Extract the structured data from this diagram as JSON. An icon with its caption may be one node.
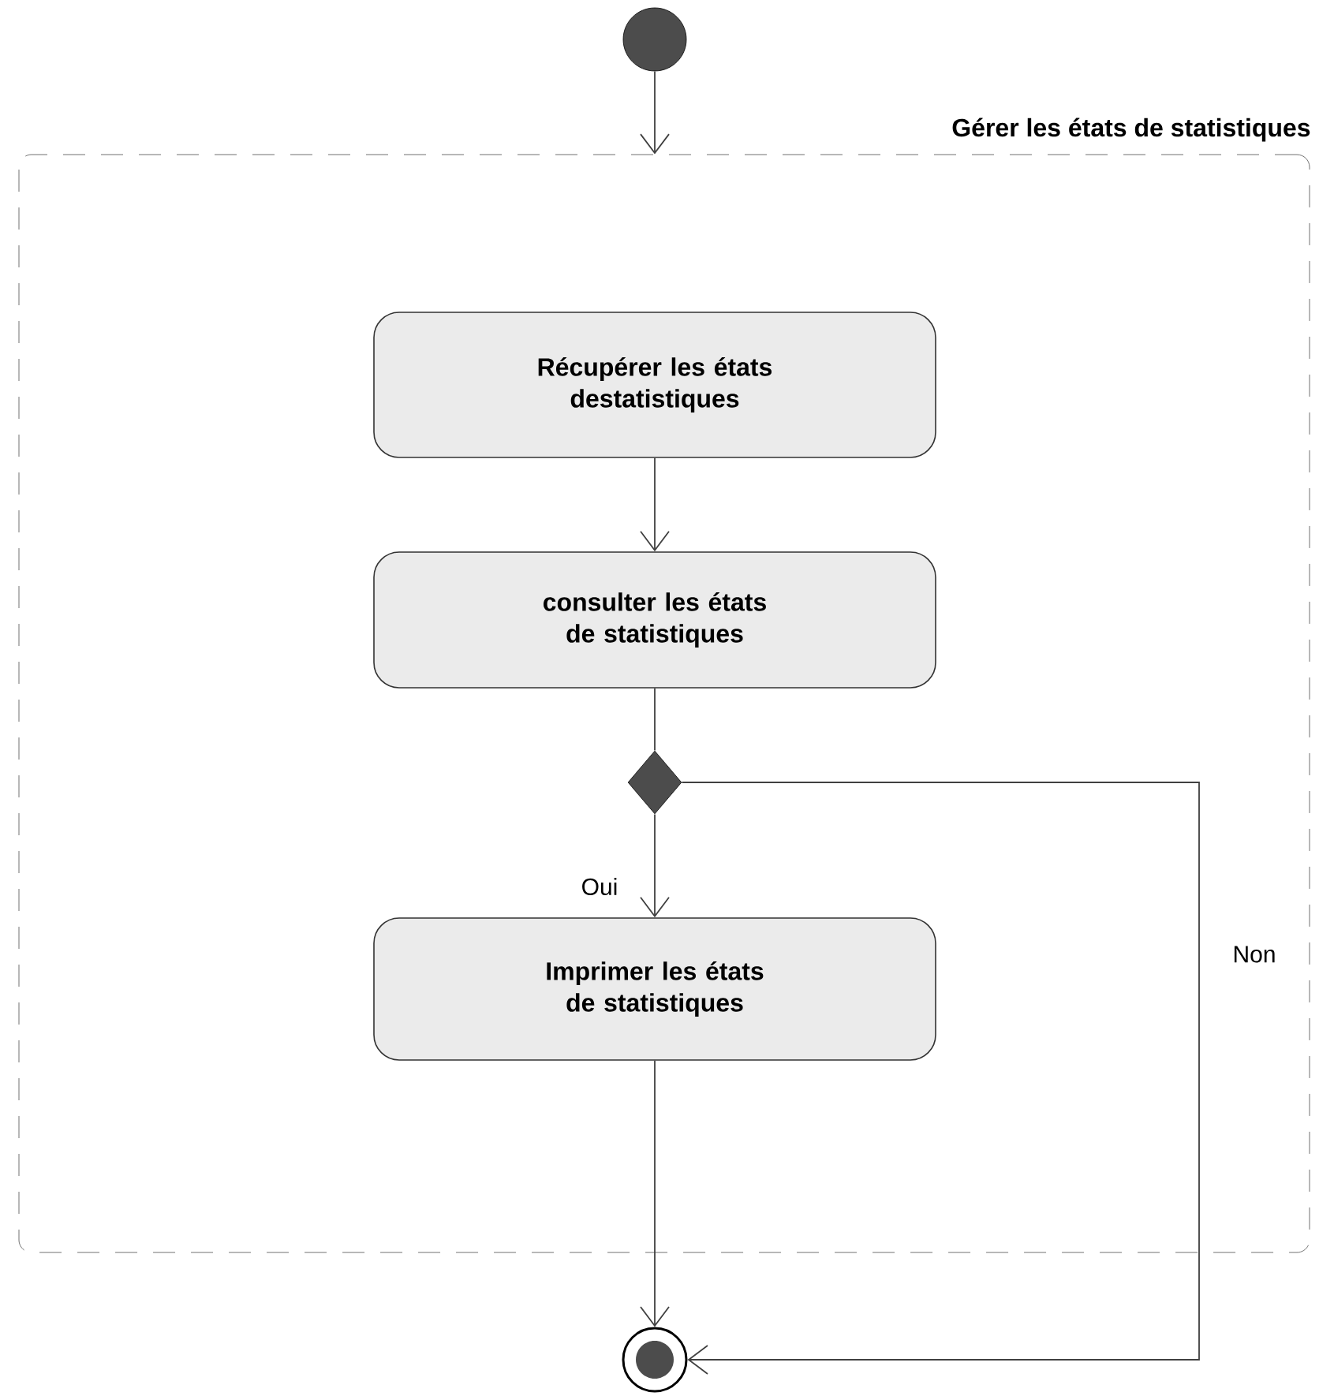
{
  "diagram": {
    "nodes": [
      {
        "text": [],
        "shape": "circle"
      },
      {
        "text": [
          "Gérer les états de statistiques"
        ]
      },
      {
        "text": [
          "Récupérer les états destatistiques"
        ],
        "in": 1
      },
      {
        "text": [
          "consulter les états de statistiques"
        ],
        "in": 1
      },
      {
        "text": [],
        "shape": "diamond",
        "in": 1
      },
      {
        "text": [
          "Imprimer les états de statistiques"
        ],
        "in": 1
      },
      {
        "text": [],
        "shape": "bullseye"
      }
    ],
    "edges": [
      {
        "from": 0,
        "to": 1,
        "arrow": "to"
      },
      {
        "from": 2,
        "to": 3,
        "arrow": "to"
      },
      {
        "from": 3,
        "to": 4,
        "arrow": "none"
      },
      {
        "from": 4,
        "to": 5,
        "arrow": "to",
        "label": "Oui"
      },
      {
        "from": 5,
        "to": 6,
        "arrow": "to"
      },
      {
        "from": 4,
        "to": 6,
        "arrow": "to",
        "label": "Non"
      }
    ]
  }
}
